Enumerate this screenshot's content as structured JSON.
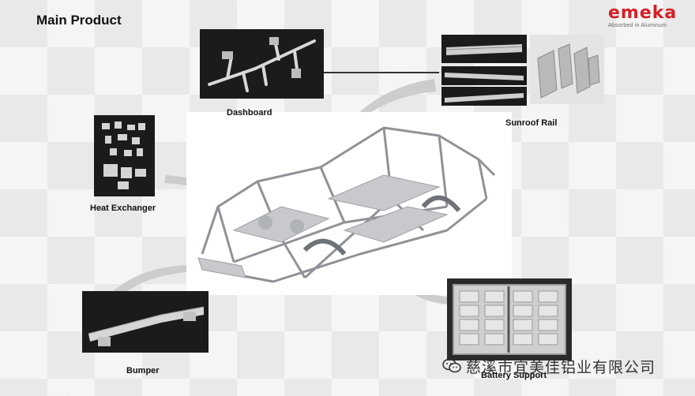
{
  "slide": {
    "title": "Main Product"
  },
  "logo": {
    "brand": "emeka",
    "tagline": "Absorbed in Aluminum",
    "brand_color": "#d42027"
  },
  "products": {
    "dashboard": "Dashboard",
    "sunroof_rail": "Sunroof Rail",
    "heat_exchanger": "Heat Exchanger",
    "bumper": "Bumper",
    "battery_support": "Battery Support"
  },
  "watermark": {
    "text": "慈溪市宜美佳铝业有限公司",
    "icon": "wechat-icon"
  }
}
